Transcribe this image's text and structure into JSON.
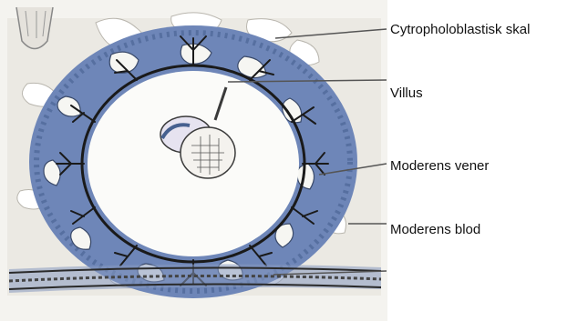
{
  "labels": {
    "cytotrophoblastic_shell": "Cytropholoblastisk skal",
    "villus": "Villus",
    "maternal_veins": "Moderens vener",
    "maternal_blood": "Moderens blod"
  },
  "colors": {
    "trophoblast": "#6e86b8",
    "trophoblast_dark": "#46608f",
    "tissue": "#e9e7e2",
    "line": "#1a1a1a",
    "leader": "#555555",
    "background": "#ffffff"
  }
}
